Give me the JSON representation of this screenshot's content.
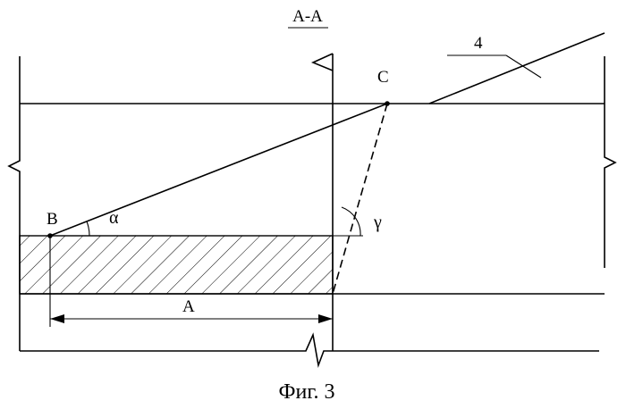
{
  "section_label": "А-А",
  "points": {
    "b": "B",
    "c": "C"
  },
  "angles": {
    "alpha": "α",
    "gamma": "γ"
  },
  "callout": "4",
  "dimension": "A",
  "caption": "Фиг. 3"
}
